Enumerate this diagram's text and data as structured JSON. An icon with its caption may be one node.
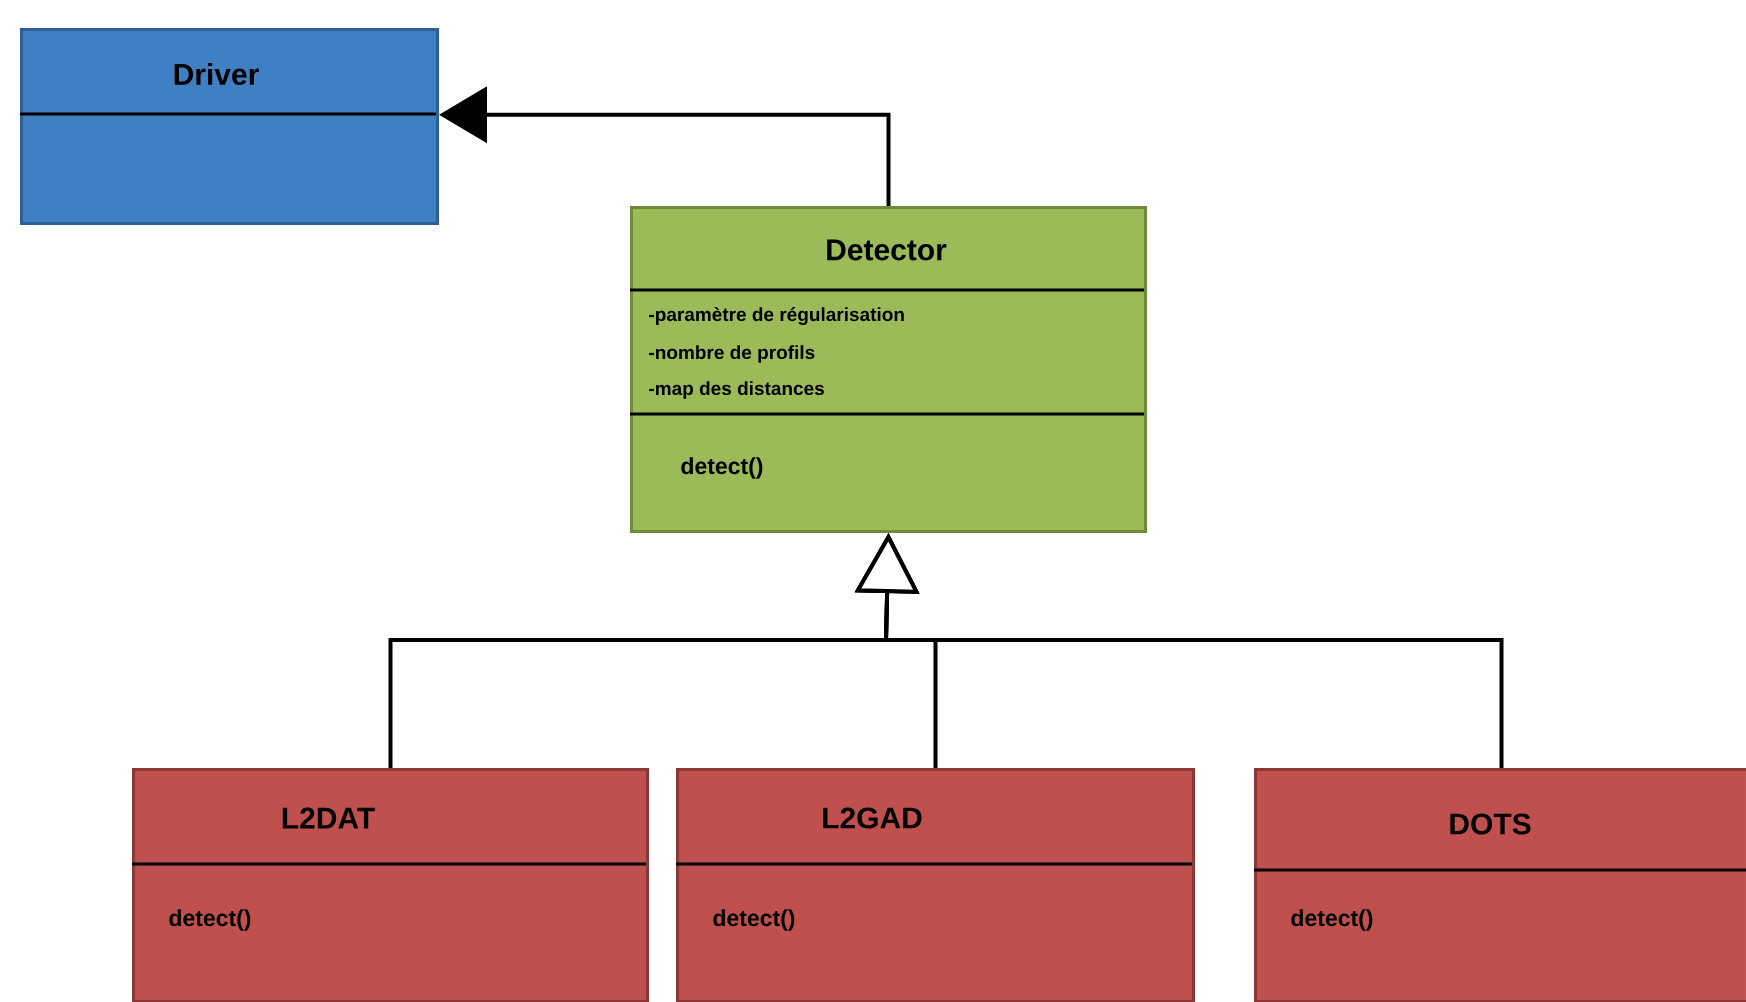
{
  "diagram": {
    "nodes": [
      {
        "text": [
          "Driver"
        ]
      },
      {
        "text": [
          "Detector",
          "-paramètre de régularisation",
          "-nombre de profils",
          "-map des distances",
          "detect()"
        ]
      },
      {
        "text": [
          "L2DAT",
          "detect()"
        ]
      },
      {
        "text": [
          "L2GAD",
          "detect()"
        ]
      },
      {
        "text": [
          "DOTS",
          "detect()"
        ]
      }
    ],
    "edges": [
      {
        "from": 1,
        "to": 0,
        "arrow": "to"
      },
      {
        "from": 2,
        "to": 1,
        "arrow": "to"
      },
      {
        "from": 3,
        "to": 1,
        "arrow": "to"
      },
      {
        "from": 4,
        "to": 1,
        "arrow": "to"
      }
    ]
  }
}
